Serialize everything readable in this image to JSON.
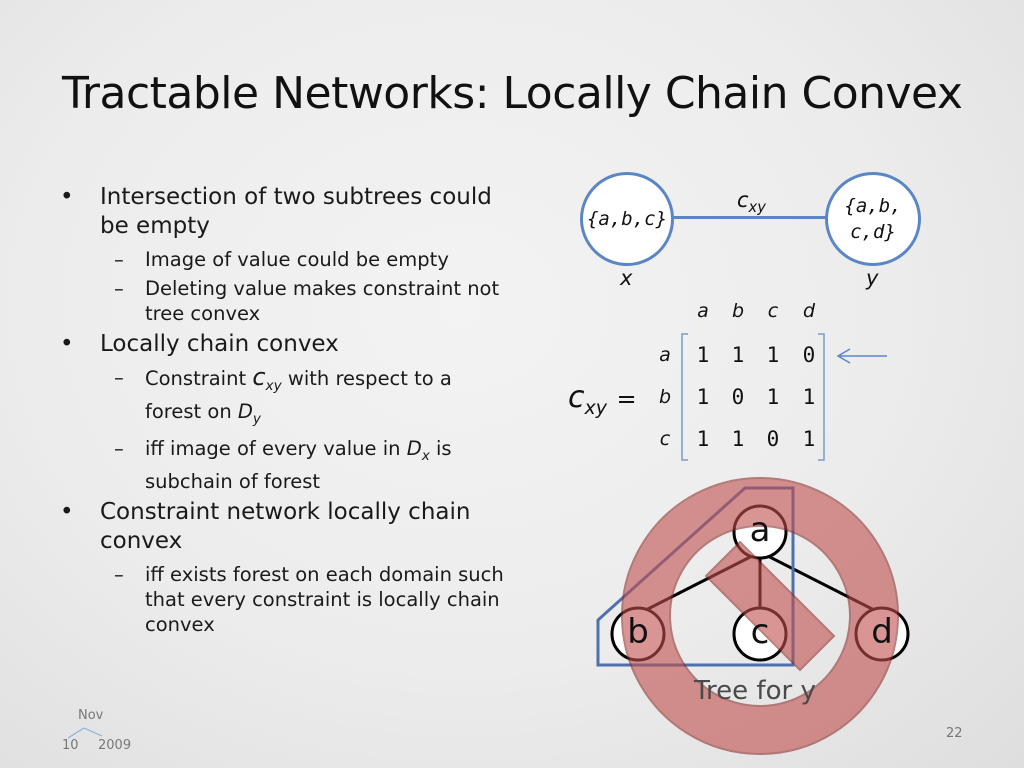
{
  "slide": {
    "title": "Tractable Networks: Locally Chain Convex",
    "page_number": "22"
  },
  "bullets": [
    {
      "text": "Intersection of two subtrees could be empty",
      "sub": [
        "Image of value could be empty",
        "Deleting value makes constraint not tree convex"
      ]
    },
    {
      "text": "Locally chain convex",
      "sub_rich": {
        "s1_pre": "Constraint ",
        "s1_var": "c",
        "s1_sub": "xy",
        "s1_mid": " with respect to a forest on ",
        "s1_var2": "D",
        "s1_sub2": "y",
        "s2_pre": "iff image of every value in ",
        "s2_var": "D",
        "s2_sub": "x",
        "s2_post": " is subchain of forest"
      }
    },
    {
      "text": "Constraint network locally chain convex",
      "sub": [
        "iff exists forest on each domain such that every constraint is locally chain convex"
      ]
    }
  ],
  "graph": {
    "node_x_domain": "{a,b,c}",
    "node_y_domain_line1": "{a,b,",
    "node_y_domain_line2": "c,d}",
    "edge_label_var": "c",
    "edge_label_sub": "xy",
    "node_x_label": "x",
    "node_y_label": "y"
  },
  "matrix": {
    "lhs_var": "c",
    "lhs_sub": "xy",
    "lhs_eq": "=",
    "col_headers": [
      "a",
      "b",
      "c",
      "d"
    ],
    "row_headers": [
      "a",
      "b",
      "c"
    ],
    "rows": [
      [
        "1",
        "1",
        "1",
        "0"
      ],
      [
        "1",
        "0",
        "1",
        "1"
      ],
      [
        "1",
        "1",
        "0",
        "1"
      ]
    ]
  },
  "tree": {
    "root": "a",
    "children": [
      "b",
      "c",
      "d"
    ],
    "caption": "Tree for y",
    "prohibition_color": "#c0504d",
    "highlight_color": "#4f6fae"
  },
  "footer": {
    "date_month": "Nov",
    "date_day": "10",
    "date_year": "2009"
  }
}
